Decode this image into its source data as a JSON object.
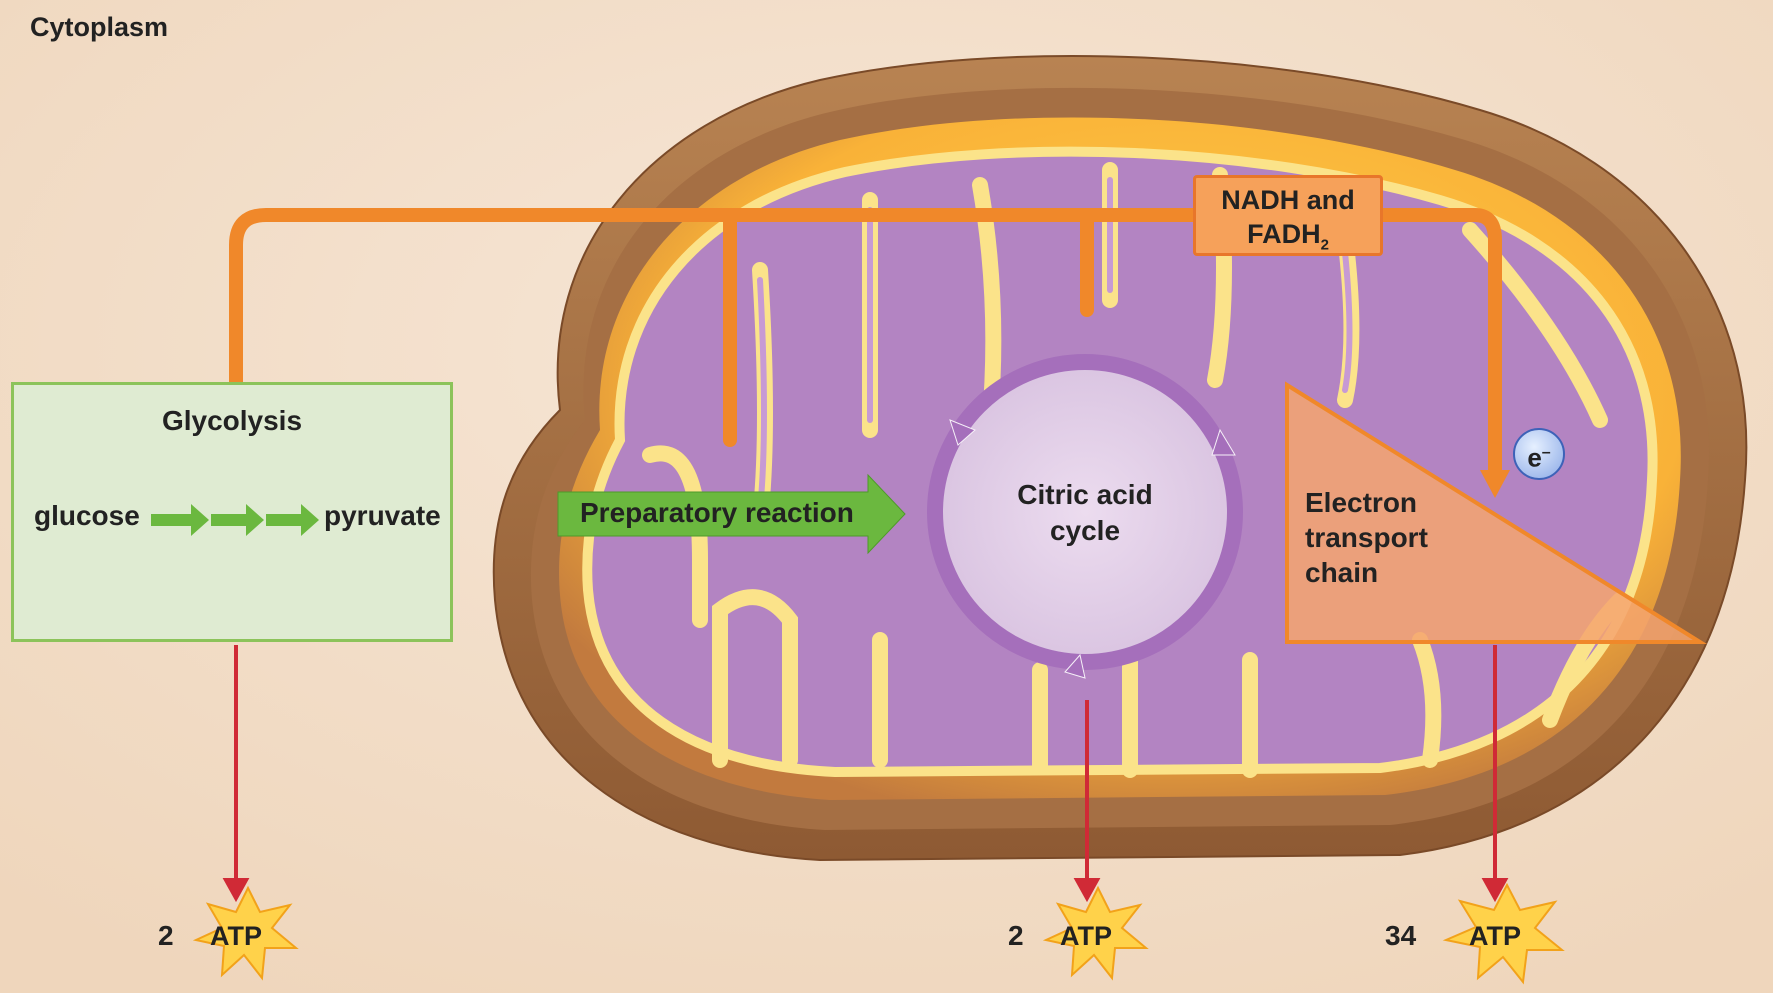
{
  "region_label": "Cytoplasm",
  "glycolysis": {
    "title": "Glycolysis",
    "input": "glucose",
    "output": "pyruvate"
  },
  "carriers": {
    "line1": "NADH and",
    "line2_base": "FADH",
    "line2_sub": "2"
  },
  "prep_reaction": "Preparatory reaction",
  "citric_acid_cycle": {
    "line1": "Citric acid",
    "line2": "cycle"
  },
  "etc": {
    "line1": "Electron",
    "line2": "transport",
    "line3": "chain"
  },
  "electron": {
    "base": "e",
    "sup": "–"
  },
  "atp_yields": [
    {
      "count": "2",
      "label": "ATP"
    },
    {
      "count": "2",
      "label": "ATP"
    },
    {
      "count": "34",
      "label": "ATP"
    }
  ],
  "colors": {
    "flow_orange": "#f0882a",
    "atp_arrow_red": "#d02a36",
    "matrix_purple": "#b384c2",
    "membrane_yellow": "#fbe38a",
    "outer_membrane": "#c98e5c",
    "prep_green": "#6bb83f",
    "star_yellow": "#ffd24a"
  }
}
